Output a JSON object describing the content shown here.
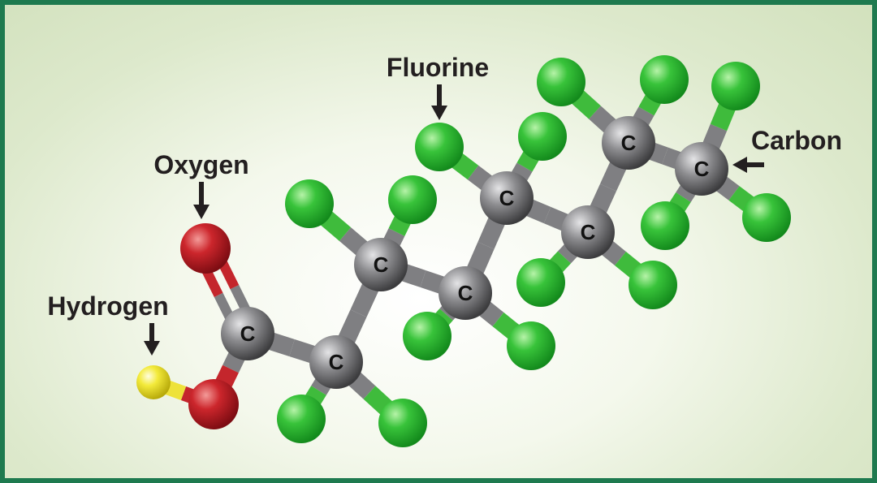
{
  "labels": {
    "fluorine": "Fluorine",
    "oxygen": "Oxygen",
    "hydrogen": "Hydrogen",
    "carbon": "Carbon"
  },
  "atom_symbol": "C",
  "colors": {
    "border": "#1e7a4f",
    "carbon": "#7a7a7c",
    "fluorine": "#2fb53a",
    "oxygen": "#c8242b",
    "hydrogen": "#f2e632",
    "text": "#231f20"
  }
}
